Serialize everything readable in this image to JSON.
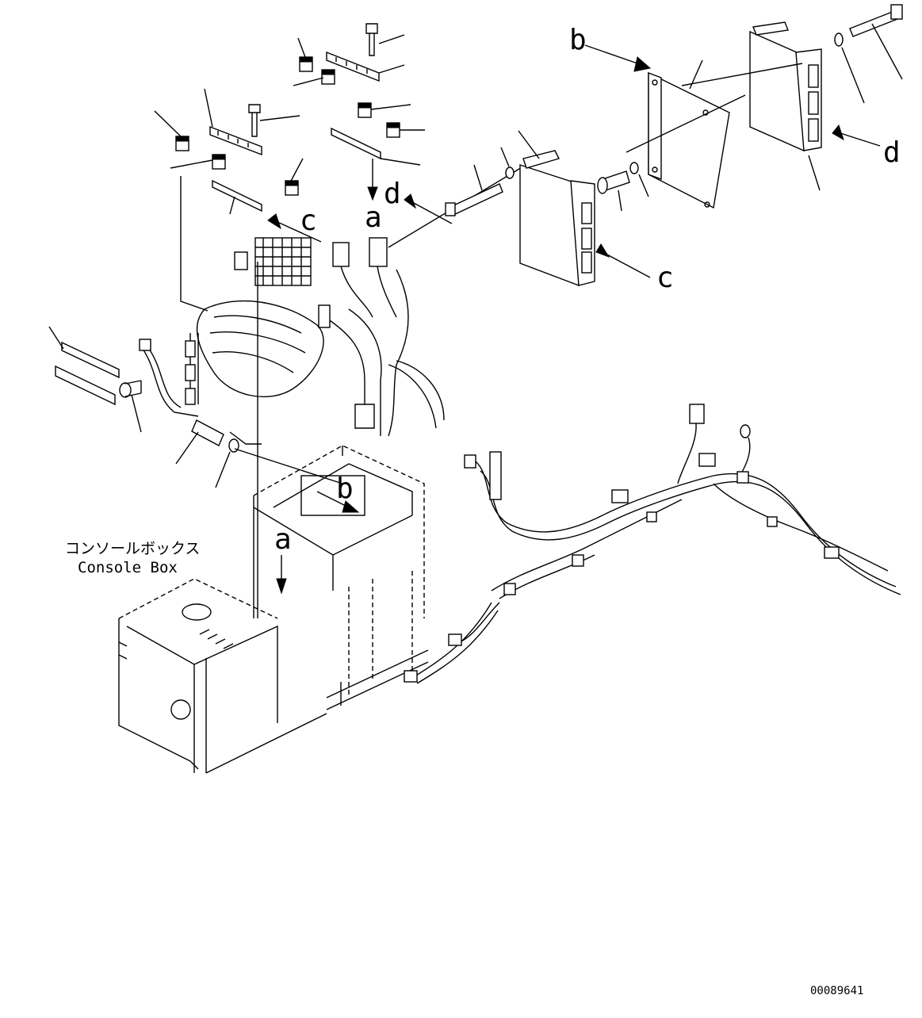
{
  "callouts": {
    "a_top": "a",
    "a_box": "a",
    "b_top": "b",
    "b_box": "b",
    "c_relay": "c",
    "c_ctrl": "c",
    "d_left": "d",
    "d_right": "d"
  },
  "console_box": {
    "label_jp": "コンソールボックス",
    "label_en": "Console Box"
  },
  "drawing_number": "00089641"
}
